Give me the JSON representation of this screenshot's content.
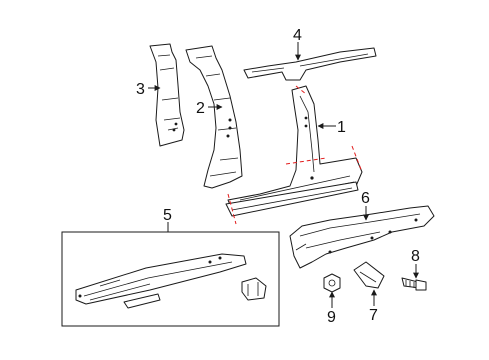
{
  "callouts": {
    "c1": "1",
    "c2": "2",
    "c3": "3",
    "c4": "4",
    "c5": "5",
    "c6": "6",
    "c7": "7",
    "c8": "8",
    "c9": "9"
  },
  "colors": {
    "line": "#1a1a1a",
    "cut_line": "#e21b1b",
    "background": "#ffffff"
  }
}
